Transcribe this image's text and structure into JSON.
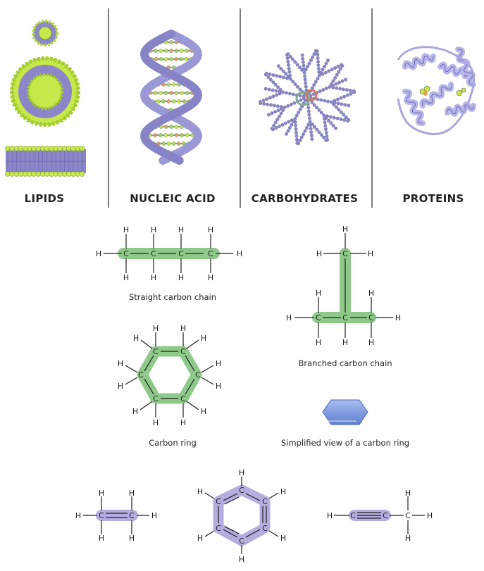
{
  "categories": [
    {
      "label": "LIPIDS"
    },
    {
      "label": "NUCLEIC ACID"
    },
    {
      "label": "CARBOHYDRATES"
    },
    {
      "label": "PROTEINS"
    }
  ],
  "captions": {
    "straight_chain": "Straight carbon chain",
    "branched_chain": "Branched carbon chain",
    "carbon_ring": "Carbon ring",
    "simplified_ring": "Simplified view of a carbon ring"
  },
  "atoms": {
    "carbon": "C",
    "hydrogen": "H"
  },
  "colors": {
    "highlight_green": "#8fc98a",
    "highlight_purple": "#b4aee0",
    "lipid_head": "#c6e84a",
    "lipid_tail": "#8a86c8",
    "dna_backbone": "#9a98d6",
    "simplified_ring": "#7b95d8"
  }
}
